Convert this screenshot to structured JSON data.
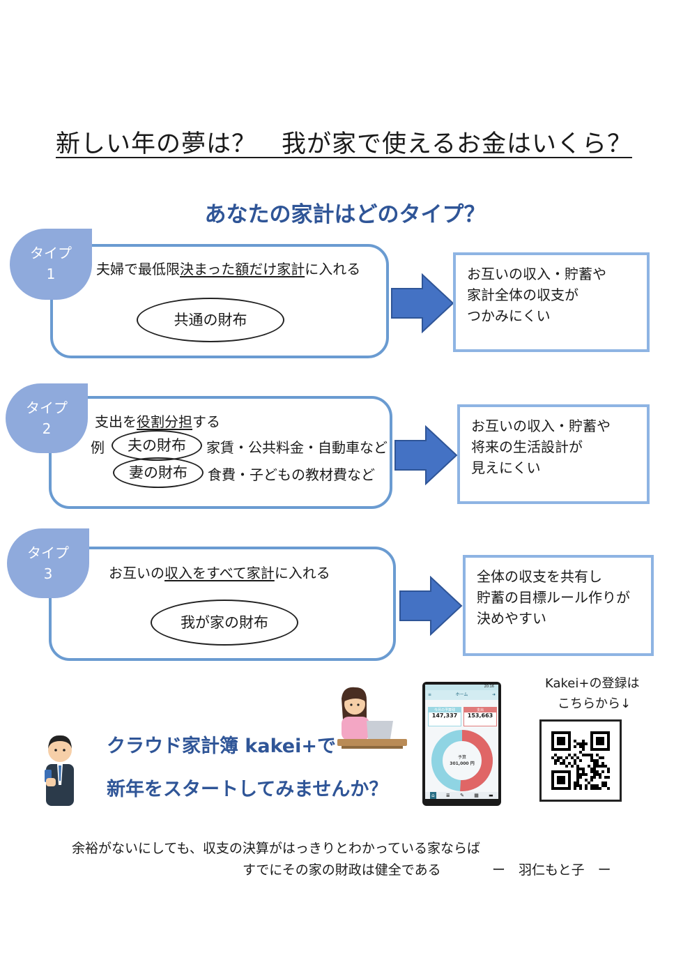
{
  "title": "新しい年の夢は？　我が家で使えるお金はいくら？",
  "subtitle": "あなたの家計はどのタイプ？",
  "types": [
    {
      "badge_label": "タイプ",
      "badge_number": "1",
      "line_pre": "夫婦で最低限",
      "line_underlined": "決まった額だけ家計",
      "line_post": "に入れる",
      "wallet": "共通の財布",
      "result": [
        "お互いの収入・貯蓄や",
        "家計全体の収支が",
        "つかみにくい"
      ]
    },
    {
      "badge_label": "タイプ",
      "badge_number": "2",
      "line_pre": "支出を",
      "line_underlined": "役割分担",
      "line_post": "する",
      "example_label": "例",
      "rows": [
        {
          "wallet": "夫の財布",
          "desc": "家賃・公共料金・自動車など"
        },
        {
          "wallet": "妻の財布",
          "desc": "食費・子どもの教材費など"
        }
      ],
      "result": [
        "お互いの収入・貯蓄や",
        "将来の生活設計が",
        "見えにくい"
      ]
    },
    {
      "badge_label": "タイプ",
      "badge_number": "3",
      "line_pre": "お互いの",
      "line_underlined1": "収入をすべて家計",
      "line_post": "に入れる",
      "wallet": "我が家の財布",
      "result": [
        "全体の収支を共有し",
        "貯蓄の目標ルール作りが",
        "決めやすい"
      ]
    }
  ],
  "promo": {
    "line1": "クラウド家計簿 kakei+で",
    "line2": "新年をスタートしてみませんか？"
  },
  "qr_caption": [
    "Kakei+の登録は",
    "こちらから↓"
  ],
  "app_screen": {
    "header": "ホーム",
    "status_time": "20:16",
    "income_label": "今月の予算残",
    "income_value": "147,337",
    "expense_label": "支出",
    "expense_value": "153,663",
    "center_label": "予算",
    "center_value": "301,000 円",
    "chart_fraction_expense": 0.51
  },
  "quote": {
    "line1": "余裕がないにしても、収支の決算がはっきりとわかっている家ならば",
    "line2": "すでにその家の財政は健全である",
    "attribution": "ー　羽仁もと子　ー"
  },
  "colors": {
    "accent": "#2f5597",
    "card_border": "#6a9bd1",
    "result_border": "#8eb4e3",
    "badge": "#8faadc",
    "arrow": "#4472c4"
  }
}
